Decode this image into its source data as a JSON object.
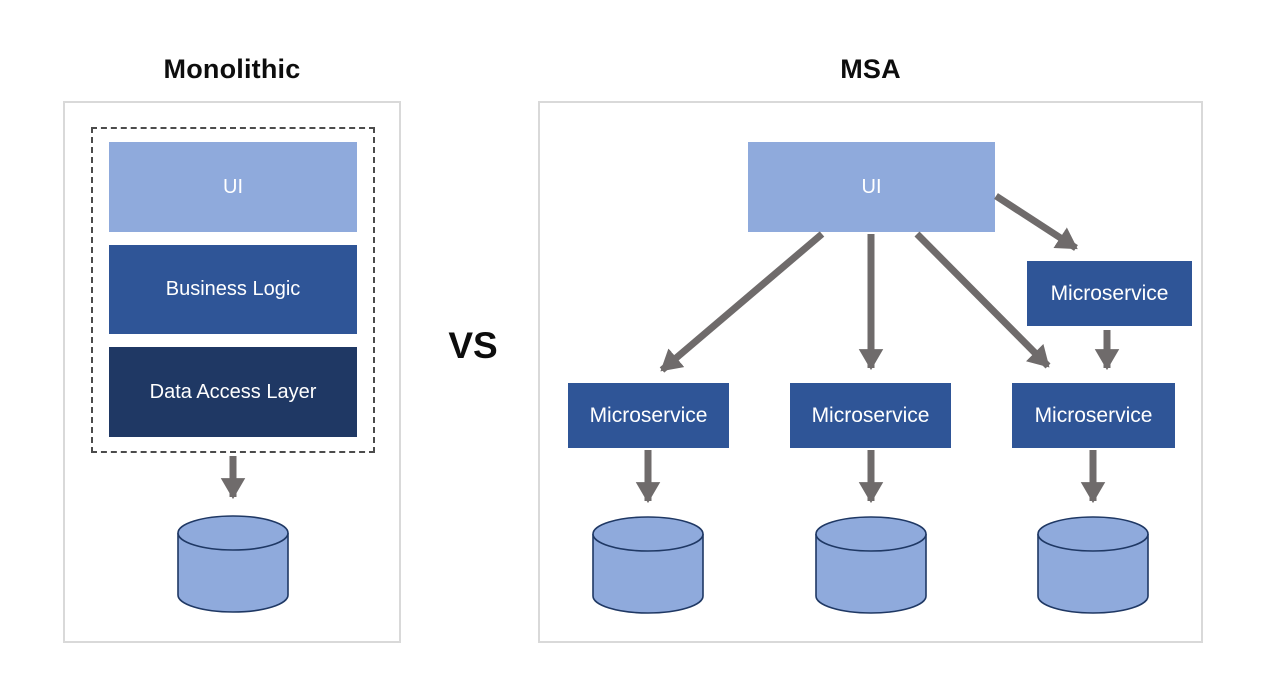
{
  "comparison": {
    "divider_label": "VS",
    "monolithic": {
      "title": "Monolithic",
      "layers": [
        {
          "label": "UI"
        },
        {
          "label": "Business Logic"
        },
        {
          "label": "Data Access Layer"
        }
      ],
      "database_icon": "database-cylinder",
      "database_count": 1
    },
    "msa": {
      "title": "MSA",
      "ui_label": "UI",
      "services": [
        {
          "label": "Microservice"
        },
        {
          "label": "Microservice"
        },
        {
          "label": "Microservice"
        },
        {
          "label": "Microservice"
        }
      ],
      "database_icon": "database-cylinder",
      "database_count": 3
    },
    "colors": {
      "ui_light_blue": "#8FAADC",
      "service_mid_blue": "#2F5597",
      "data_layer_navy": "#1F3864",
      "arrow_gray": "#6F6B6B",
      "cylinder_fill": "#8FAADC",
      "cylinder_stroke": "#1F3864",
      "panel_border": "#D9D9D9",
      "dashed_border": "#4B4B4B",
      "title_text": "#0D0D0D",
      "box_text": "#FFFFFF"
    }
  }
}
